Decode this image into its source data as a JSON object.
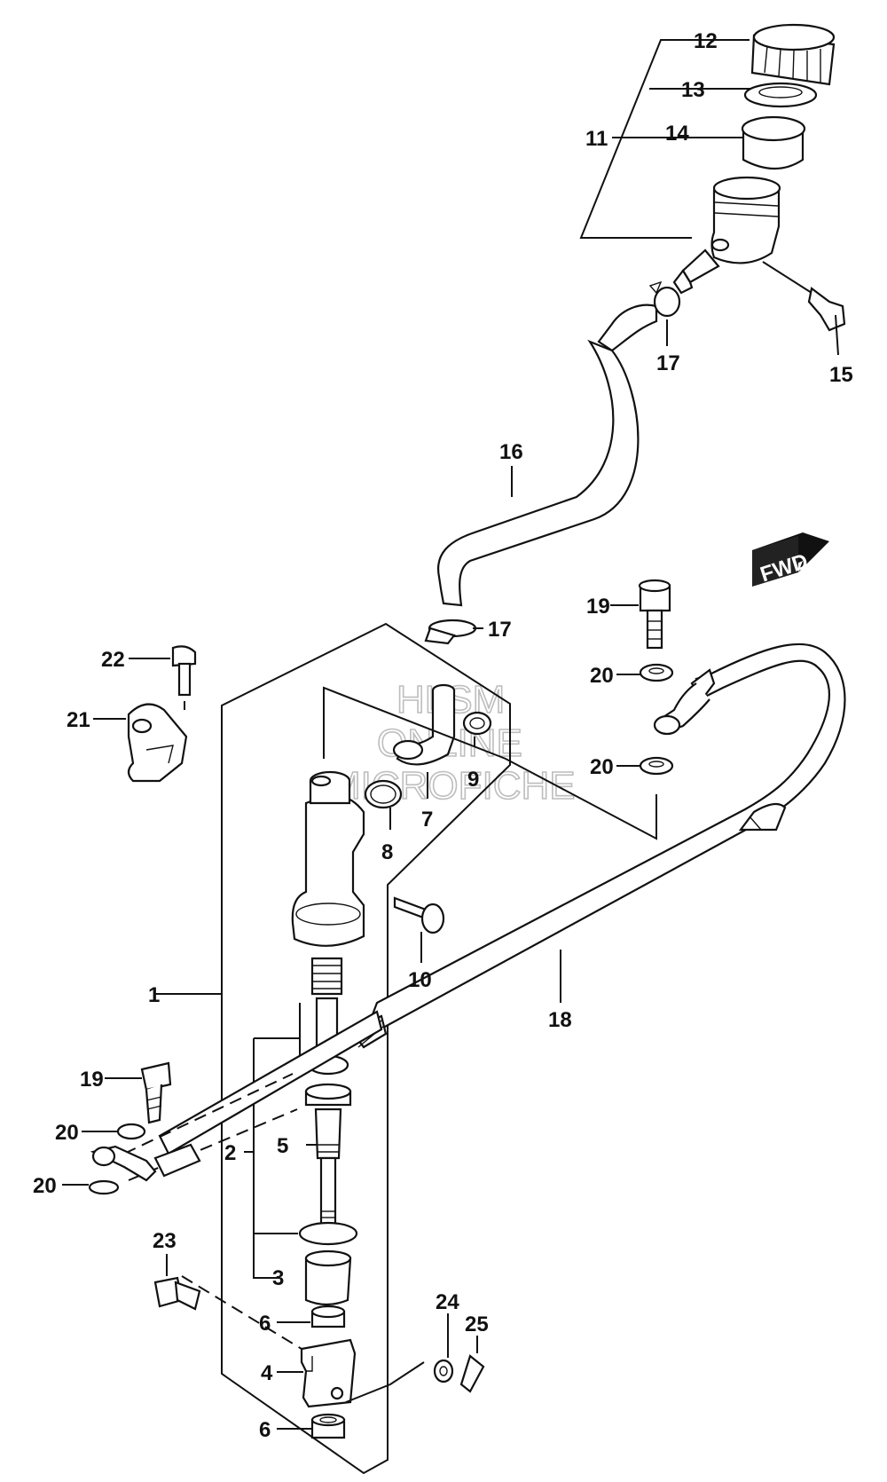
{
  "watermark": {
    "line1": "HLSM",
    "line2": "ONLINE",
    "line3": "MICROFICHE"
  },
  "fwd_label": "FWD",
  "callouts": [
    {
      "id": "c1",
      "text": "1"
    },
    {
      "id": "c2",
      "text": "2"
    },
    {
      "id": "c3",
      "text": "3"
    },
    {
      "id": "c4",
      "text": "4"
    },
    {
      "id": "c5",
      "text": "5"
    },
    {
      "id": "c6a",
      "text": "6"
    },
    {
      "id": "c6b",
      "text": "6"
    },
    {
      "id": "c7",
      "text": "7"
    },
    {
      "id": "c8",
      "text": "8"
    },
    {
      "id": "c9",
      "text": "9"
    },
    {
      "id": "c10",
      "text": "10"
    },
    {
      "id": "c11",
      "text": "11"
    },
    {
      "id": "c12",
      "text": "12"
    },
    {
      "id": "c13",
      "text": "13"
    },
    {
      "id": "c14",
      "text": "14"
    },
    {
      "id": "c15",
      "text": "15"
    },
    {
      "id": "c16",
      "text": "16"
    },
    {
      "id": "c17a",
      "text": "17"
    },
    {
      "id": "c17b",
      "text": "17"
    },
    {
      "id": "c18",
      "text": "18"
    },
    {
      "id": "c19a",
      "text": "19"
    },
    {
      "id": "c19b",
      "text": "19"
    },
    {
      "id": "c20a",
      "text": "20"
    },
    {
      "id": "c20b",
      "text": "20"
    },
    {
      "id": "c20c",
      "text": "20"
    },
    {
      "id": "c20d",
      "text": "20"
    },
    {
      "id": "c21",
      "text": "21"
    },
    {
      "id": "c22",
      "text": "22"
    },
    {
      "id": "c23",
      "text": "23"
    },
    {
      "id": "c24",
      "text": "24"
    },
    {
      "id": "c25",
      "text": "25"
    }
  ]
}
